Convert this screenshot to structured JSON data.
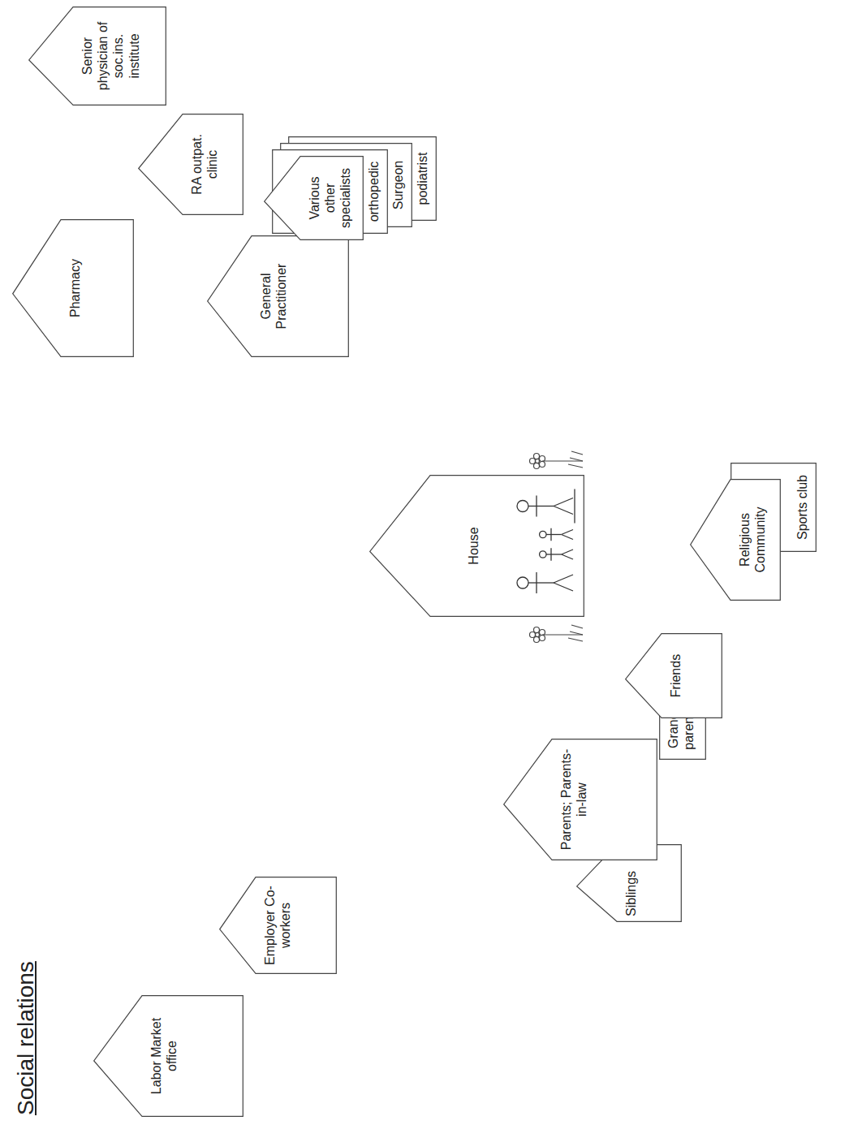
{
  "diagram": {
    "title": "Social relations",
    "nodes": [
      {
        "text": [
          "Labor Market office"
        ]
      },
      {
        "text": [
          "Employer Co-workers"
        ]
      },
      {
        "text": [
          "Siblings"
        ]
      },
      {
        "text": [
          "Parents; Parents-in-law"
        ]
      },
      {
        "text": [
          "Grand- parents"
        ]
      },
      {
        "text": [
          "Friends"
        ]
      },
      {
        "text": [
          "House"
        ]
      },
      {
        "text": [
          "Religious Community"
        ]
      },
      {
        "text": [
          "Sports club"
        ]
      },
      {
        "text": [
          "Pharmacy"
        ]
      },
      {
        "text": [
          "General Practitioner"
        ]
      },
      {
        "text": [
          "RA outpat. clinic"
        ]
      },
      {
        "text": [
          "Various other specialists"
        ]
      },
      {
        "text": [
          "orthopedic"
        ]
      },
      {
        "text": [
          "Surgeon"
        ]
      },
      {
        "text": [
          "podiatrist"
        ]
      },
      {
        "text": [
          "Senior physician of soc.ins. institute"
        ]
      }
    ]
  }
}
